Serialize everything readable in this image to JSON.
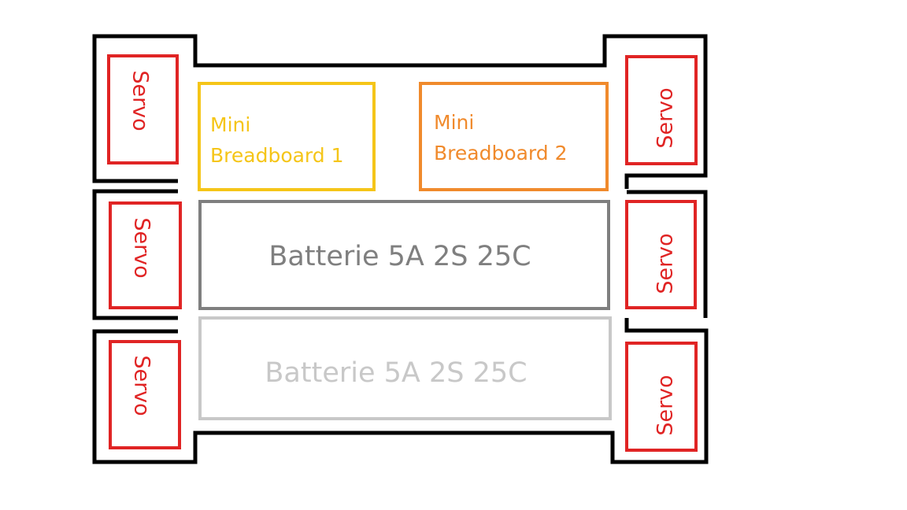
{
  "colors": {
    "outline": "#000000",
    "servo": "#e02424",
    "breadboard_1": "#f5c518",
    "breadboard_2": "#f08a2c",
    "battery_1": "#7f7f7f",
    "battery_2": "#c8c8c8"
  },
  "servos": {
    "left_top": "Servo",
    "left_middle": "Servo",
    "left_bottom": "Servo",
    "right_top": "Servo",
    "right_middle": "Servo",
    "right_bottom": "Servo"
  },
  "breadboards": {
    "bb1_line1": "Mini",
    "bb1_line2": "Breadboard 1",
    "bb2_line1": "Mini",
    "bb2_line2": "Breadboard 2"
  },
  "batteries": {
    "battery_1": "Batterie 5A 2S 25C",
    "battery_2": "Batterie 5A 2S 25C"
  }
}
